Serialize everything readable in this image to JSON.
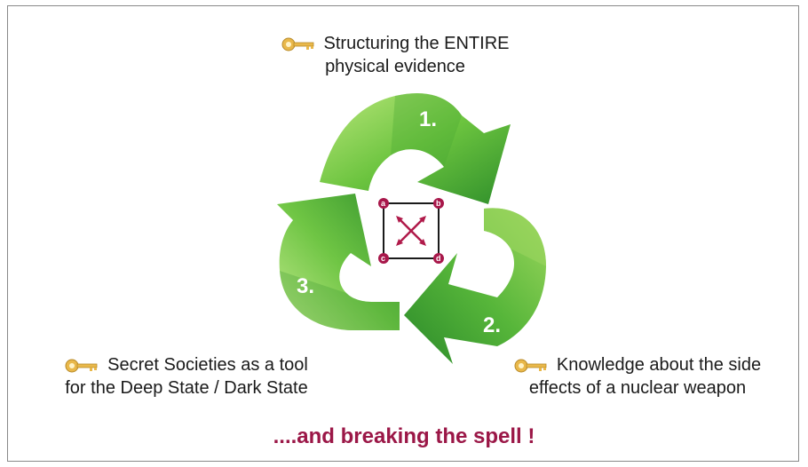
{
  "labels": {
    "top_line1": "Structuring the ENTIRE",
    "top_line2": "physical evidence",
    "left_line1": "Secret Societies as a tool",
    "left_line2": "for the Deep State / Dark State",
    "right_line1": "Knowledge about the side",
    "right_line2": "effects of a nuclear weapon"
  },
  "numbers": {
    "n1": "1.",
    "n2": "2.",
    "n3": "3."
  },
  "center_box": {
    "a": "a",
    "b": "b",
    "c": "c",
    "d": "d"
  },
  "tagline": "....and breaking the spell !",
  "colors": {
    "arrow_light": "#a8dc6a",
    "arrow_mid": "#5fbd3c",
    "arrow_dark": "#2e8f2a",
    "accent": "#9b1747",
    "key": "#e9b84a"
  },
  "icons": [
    "key-icon",
    "recycle-arrows",
    "cross-in-square-icon"
  ]
}
